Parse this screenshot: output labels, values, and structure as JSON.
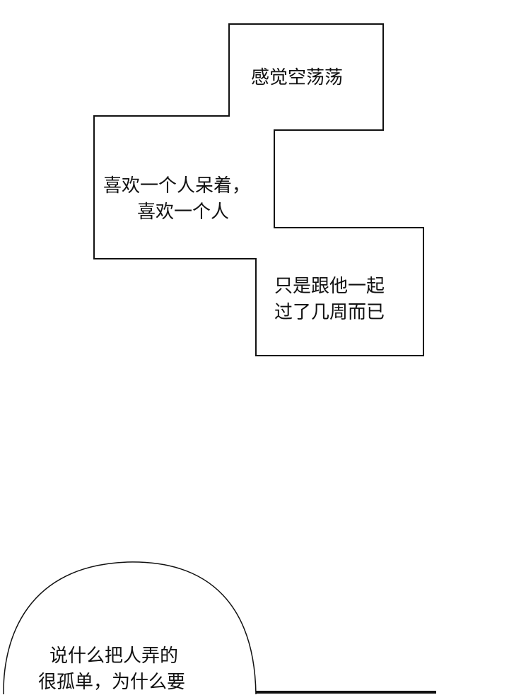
{
  "caption_box": {
    "line1": "感觉空荡荡",
    "line2a": "喜欢一个人呆着，",
    "line2b": "喜欢一个人",
    "line3a": "只是跟他一起",
    "line3b": "过了几周而已"
  },
  "speech_bubble": {
    "line1": "说什么把人弄的",
    "line2": "很孤单，为什么要"
  }
}
